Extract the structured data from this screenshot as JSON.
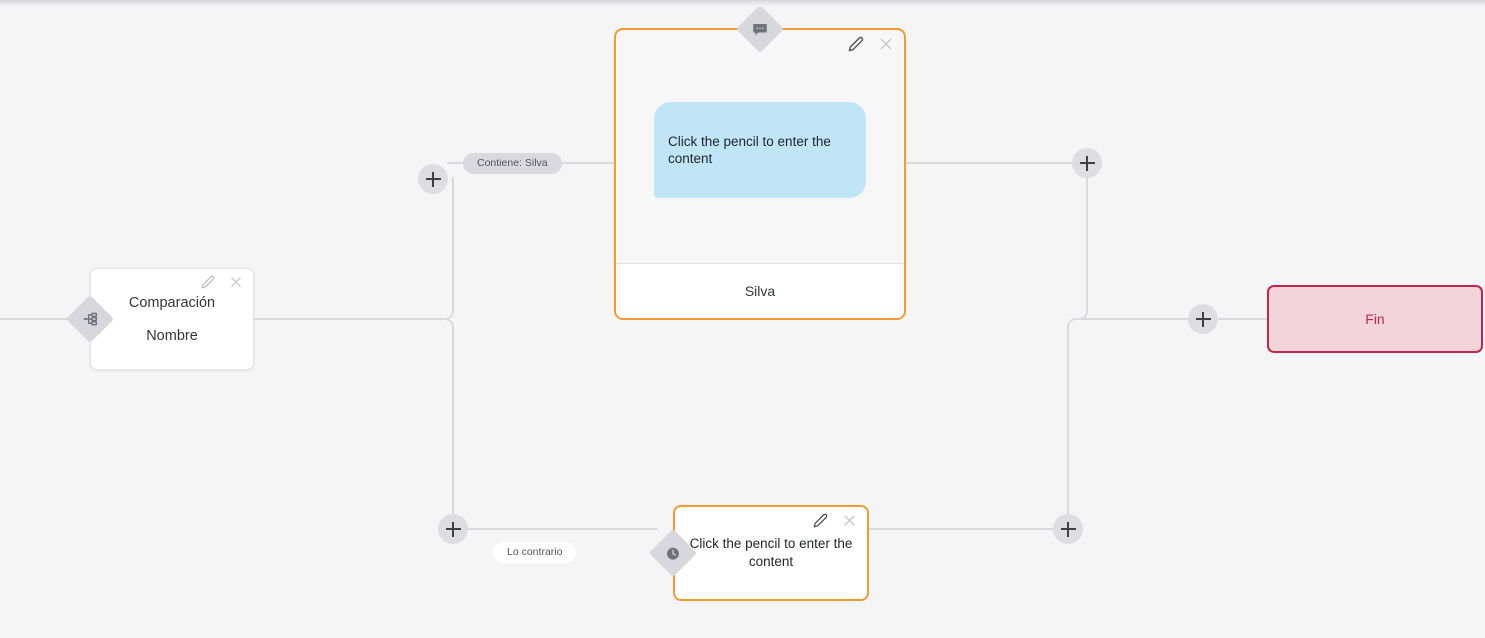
{
  "app": {
    "canvas_background": "#f4f5f7",
    "accent_orange": "#f59a32",
    "accent_crimson": "#c2274a",
    "bubble_blue": "#bfe5f7",
    "connector_grey": "#d8dadd"
  },
  "nodes": {
    "comparison": {
      "name": "Comparación",
      "line1": "Comparación",
      "line2": "Nombre",
      "handle_icon": "branch-icon",
      "edit_icon": "pencil-icon",
      "close_icon": "close-icon"
    },
    "message": {
      "handle_icon": "message-bubble-icon",
      "edit_icon": "pencil-icon",
      "close_icon": "close-icon",
      "bubble_text": "Click the pencil to enter the content",
      "footer_label": "Silva"
    },
    "delay": {
      "handle_icon": "clock-icon",
      "edit_icon": "pencil-icon",
      "close_icon": "close-icon",
      "body_text": "Click the pencil to enter the content"
    },
    "end": {
      "label": "Fin"
    }
  },
  "edge_labels": {
    "contains": "Contiene: Silva",
    "otherwise": "Lo contrario"
  },
  "add_buttons": {
    "branch_true": "+",
    "branch_false": "+",
    "after_message": "+",
    "after_delay": "+",
    "before_end": "+"
  }
}
